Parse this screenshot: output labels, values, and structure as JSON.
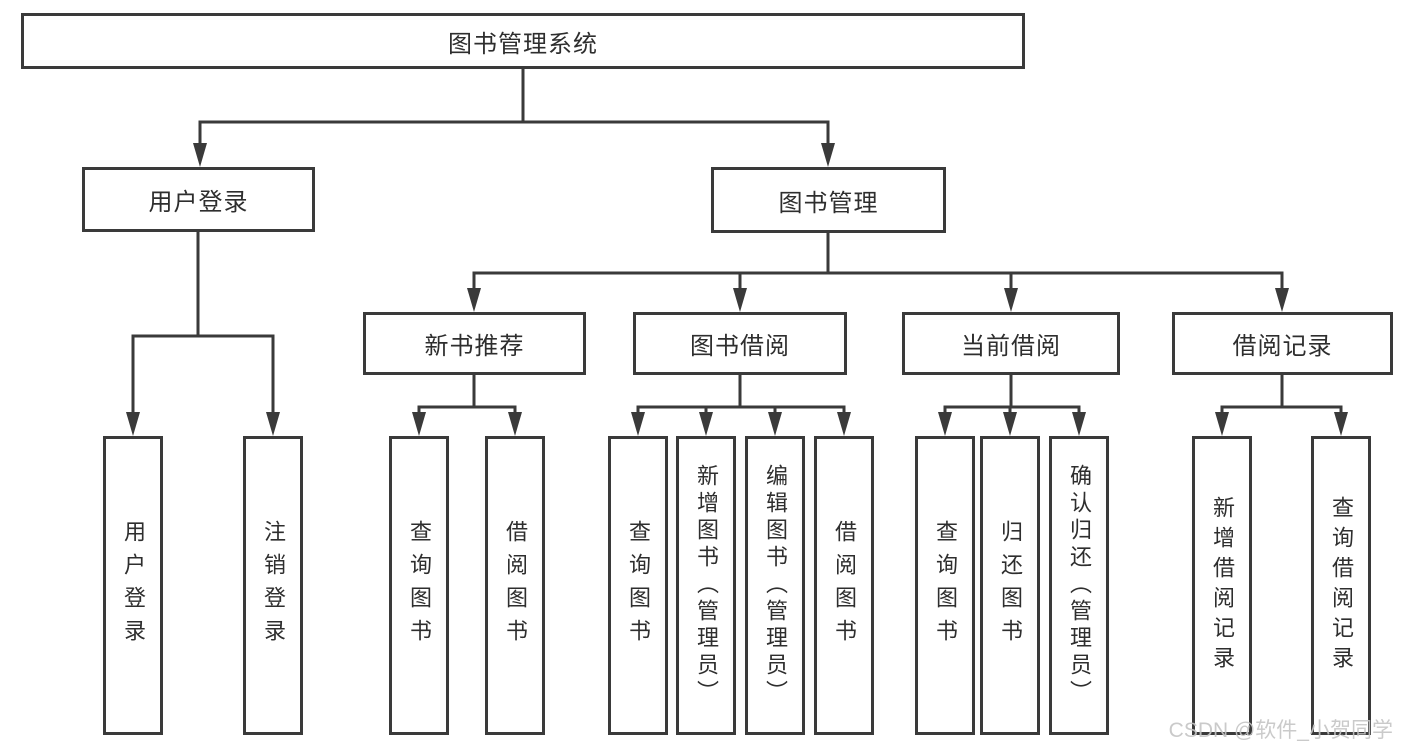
{
  "diagram": {
    "root": {
      "label": "图书管理系统"
    },
    "level2": [
      {
        "key": "user-login",
        "label": "用户登录"
      },
      {
        "key": "book-management",
        "label": "图书管理"
      }
    ],
    "level3": [
      {
        "key": "new-book-recommendation",
        "label": "新书推荐"
      },
      {
        "key": "book-borrowing",
        "label": "图书借阅"
      },
      {
        "key": "current-borrowing",
        "label": "当前借阅"
      },
      {
        "key": "borrowing-records",
        "label": "借阅记录"
      }
    ],
    "leaves": [
      {
        "key": "user-login",
        "parent": "用户登录",
        "label": "用户登录"
      },
      {
        "key": "logout",
        "parent": "用户登录",
        "label": "注销登录"
      },
      {
        "key": "query-books",
        "parent": "新书推荐",
        "label": "查询图书"
      },
      {
        "key": "borrow-books",
        "parent": "新书推荐",
        "label": "借阅图书"
      },
      {
        "key": "query-books",
        "parent": "图书借阅",
        "label": "查询图书"
      },
      {
        "key": "add-books-admin",
        "parent": "图书借阅",
        "label": "新增图书（管理员）"
      },
      {
        "key": "edit-books-admin",
        "parent": "图书借阅",
        "label": "编辑图书（管理员）"
      },
      {
        "key": "borrow-books",
        "parent": "图书借阅",
        "label": "借阅图书"
      },
      {
        "key": "query-books",
        "parent": "当前借阅",
        "label": "查询图书"
      },
      {
        "key": "return-books",
        "parent": "当前借阅",
        "label": "归还图书"
      },
      {
        "key": "confirm-return-admin",
        "parent": "当前借阅",
        "label": "确认归还（管理员）"
      },
      {
        "key": "add-borrow-record",
        "parent": "借阅记录",
        "label": "新增借阅记录"
      },
      {
        "key": "query-borrow-record",
        "parent": "借阅记录",
        "label": "查询借阅记录"
      }
    ],
    "watermark": "CSDN @软件_小贺同学",
    "colors": {
      "line": "#3a3a3a",
      "text": "#2e2e2e",
      "box_background": "#ffffff",
      "watermark": "#c5c5c5",
      "page_background": "#ffffff"
    }
  }
}
